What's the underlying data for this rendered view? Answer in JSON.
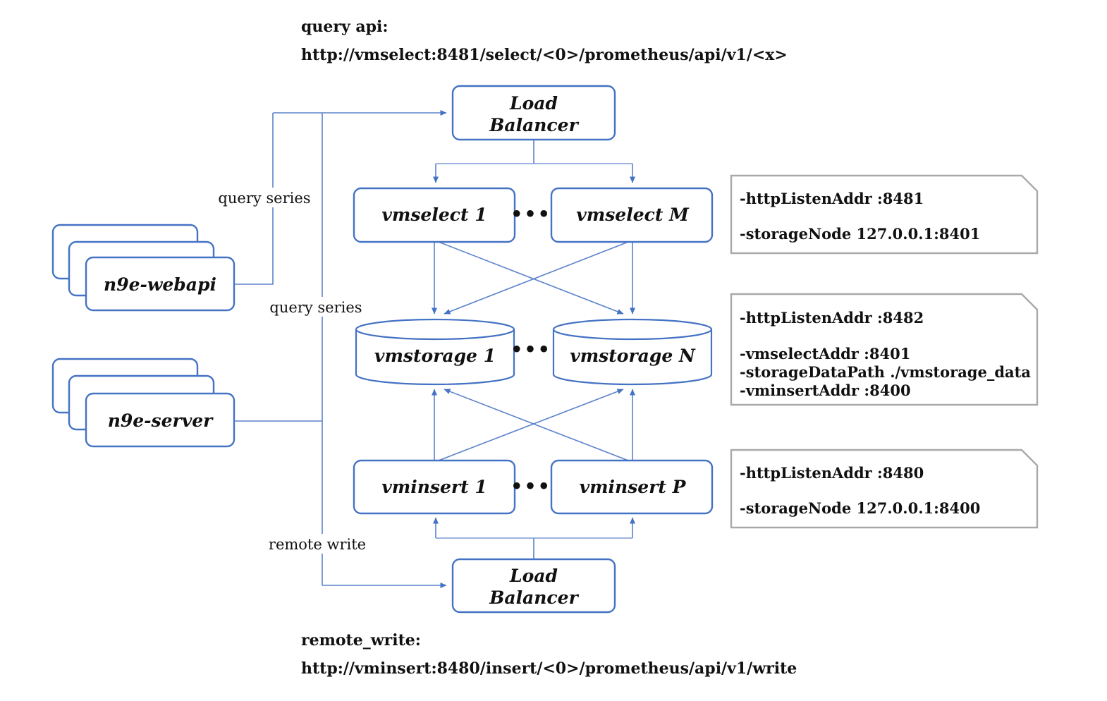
{
  "colors": {
    "node_border": "#4472c4",
    "connector": "#5b82cb",
    "note_border": "#a9a9a9",
    "text": "#111111",
    "background": "#ffffff"
  },
  "captions": {
    "query_api_label": "query api:",
    "query_api_url": "http://vmselect:8481/select/<0>/prometheus/api/v1/<x>",
    "remote_write_label": "remote_write:",
    "remote_write_url": "http://vminsert:8480/insert/<0>/prometheus/api/v1/write"
  },
  "nodes": {
    "lb_top_line1": "Load",
    "lb_top_line2": "Balancer",
    "lb_bottom_line1": "Load",
    "lb_bottom_line2": "Balancer",
    "vmselect_first": "vmselect 1",
    "vmselect_last": "vmselect M",
    "vmstorage_first": "vmstorage 1",
    "vmstorage_last": "vmstorage N",
    "vminsert_first": "vminsert 1",
    "vminsert_last": "vminsert P",
    "n9e_webapi": "n9e-webapi",
    "n9e_server": "n9e-server"
  },
  "ellipsis": "•••",
  "edge_labels": {
    "query_series_webapi": "query series",
    "query_series_server": "query series",
    "remote_write": "remote write"
  },
  "notes": {
    "vmselect": {
      "lines": [
        "-httpListenAddr :8481",
        "-storageNode 127.0.0.1:8401"
      ]
    },
    "vmstorage": {
      "lines": [
        "-httpListenAddr :8482",
        "-vmselectAddr :8401",
        "-storageDataPath ./vmstorage_data",
        "-vminsertAddr :8400"
      ]
    },
    "vminsert": {
      "lines": [
        "-httpListenAddr :8480",
        "-storageNode 127.0.0.1:8400"
      ]
    }
  }
}
